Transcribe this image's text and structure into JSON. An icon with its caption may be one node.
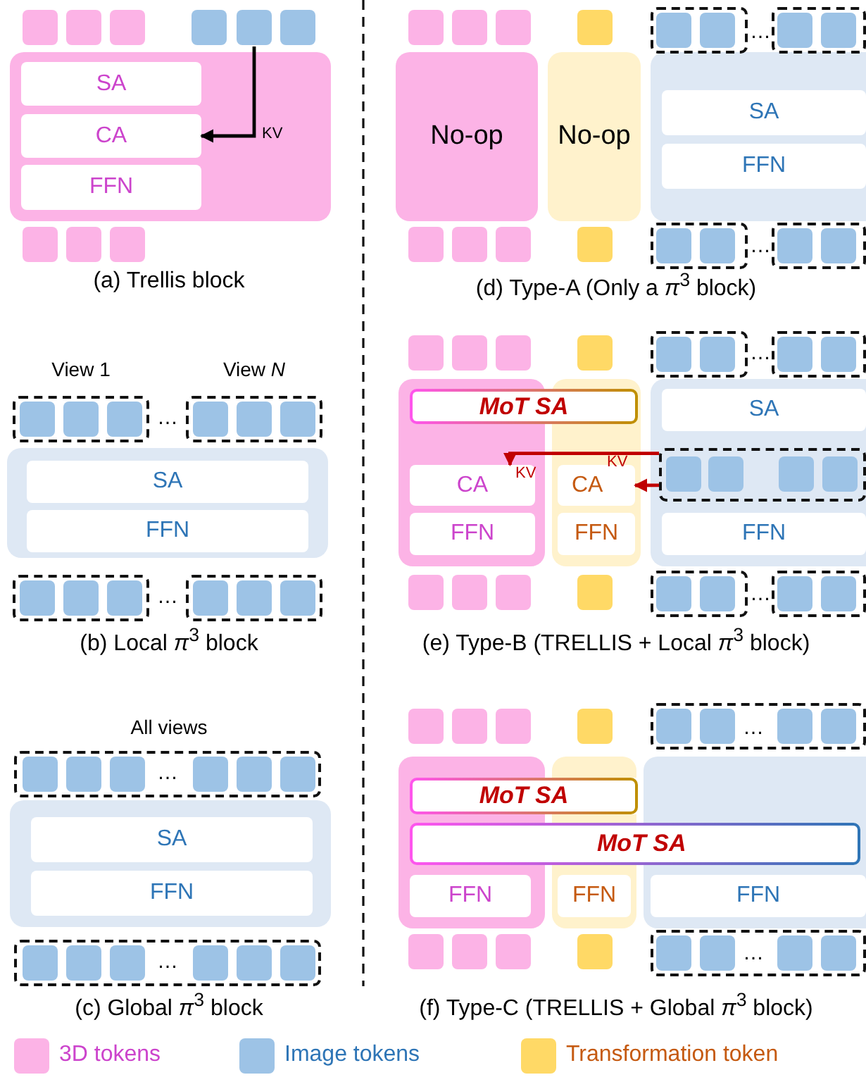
{
  "diagram": {
    "nodes": [
      {
        "text": [],
        "shape": "box"
      },
      {
        "text": [
          "SA"
        ],
        "in": 0
      },
      {
        "text": [
          "CA"
        ],
        "in": 0
      },
      {
        "text": [
          "FFN"
        ],
        "in": 0
      },
      {
        "text": [],
        "shape": "box"
      },
      {
        "text": [
          "SA"
        ],
        "in": 4
      },
      {
        "text": [
          "FFN"
        ],
        "in": 4
      },
      {
        "text": [],
        "shape": "box"
      },
      {
        "text": [
          "SA"
        ],
        "in": 7
      },
      {
        "text": [
          "FFN"
        ],
        "in": 7
      },
      {
        "text": [
          "No-op"
        ]
      },
      {
        "text": [
          "No-op"
        ]
      },
      {
        "text": [],
        "shape": "box"
      },
      {
        "text": [
          "SA"
        ],
        "in": 12
      },
      {
        "text": [
          "FFN"
        ],
        "in": 12
      },
      {
        "text": [],
        "shape": "box"
      },
      {
        "text": [
          "MoT SA"
        ]
      },
      {
        "text": [
          "CA"
        ],
        "in": 15
      },
      {
        "text": [
          "FFN"
        ],
        "in": 15
      },
      {
        "text": [],
        "shape": "box"
      },
      {
        "text": [
          "CA"
        ],
        "in": 19
      },
      {
        "text": [
          "FFN"
        ],
        "in": 19
      },
      {
        "text": [],
        "shape": "box"
      },
      {
        "text": [
          "SA"
        ],
        "in": 22
      },
      {
        "text": [],
        "shape": "box",
        "in": 22
      },
      {
        "text": [
          "FFN"
        ],
        "in": 22
      },
      {
        "text": [],
        "shape": "box"
      },
      {
        "text": [
          "MoT SA"
        ]
      },
      {
        "text": [
          "MoT SA"
        ]
      },
      {
        "text": [
          "FFN"
        ],
        "in": 26
      },
      {
        "text": [],
        "shape": "box"
      },
      {
        "text": [
          "FFN"
        ],
        "in": 30
      },
      {
        "text": [],
        "shape": "box"
      },
      {
        "text": [
          "FFN"
        ],
        "in": 32
      }
    ],
    "edges": [
      {
        "from": null,
        "to": 2,
        "arrow": "to",
        "label": "KV",
        "color": "#000000"
      },
      {
        "from": 24,
        "to": 17,
        "arrow": "to",
        "label": "KV"
      },
      {
        "from": 24,
        "to": 20,
        "arrow": "to",
        "label": "KV"
      }
    ],
    "labels": [
      "…",
      "…",
      "(a) Trellis block",
      "(d) Type-A (Only a *π*$^{3}$ block)",
      "View 1",
      "View *N*",
      "…",
      "…",
      "…",
      "…",
      "(b) Local *π*$^{3}$ block",
      "(e) Type-B (TRELLIS + Local *π*$^{3}$ block)",
      "All views",
      "…",
      "…",
      "…",
      "…",
      "(c) Global *π*$^{3}$ block",
      "(f) Type-C (TRELLIS + Global *π*$^{3}$ block)"
    ],
    "legend": [
      {
        "text": "3D tokens",
        "color": "#fcb3e6"
      },
      {
        "text": "Image tokens",
        "color": "#9dc3e6"
      },
      {
        "text": "Transformation token",
        "color": "#ffd966"
      }
    ]
  }
}
